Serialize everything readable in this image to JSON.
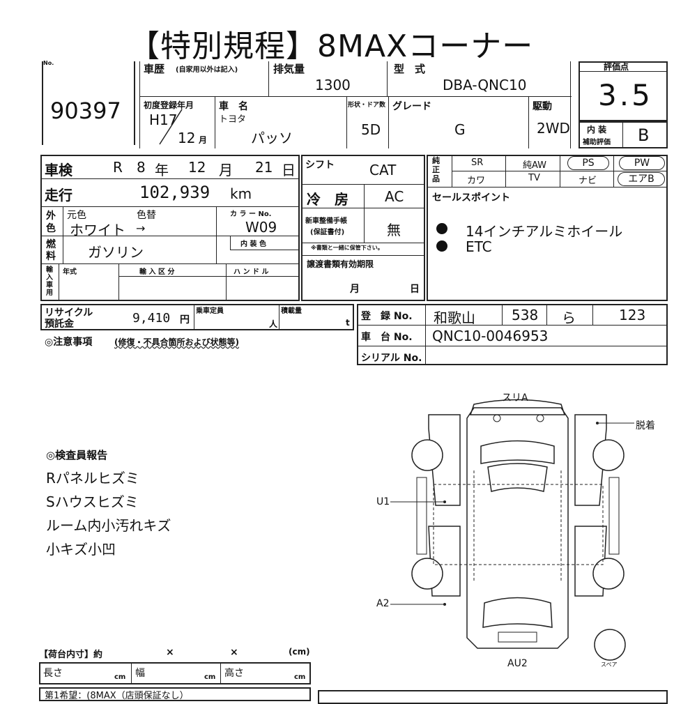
{
  "title": "【特別規程】8MAXコーナー",
  "header": {
    "no_label": "No.",
    "lot_no": "90397",
    "history_label": "車歴",
    "history_note": "(自家用以外は記入)",
    "displacement_label": "排気量",
    "displacement": "1300",
    "model_label": "型　式",
    "model": "DBA-QNC10",
    "score_label": "評価点",
    "score": "3.5",
    "first_reg_label": "初度登録年月",
    "first_reg_year": "H17",
    "first_reg_month": "12",
    "month_unit": "月",
    "car_name_label": "車　名",
    "maker": "トヨタ",
    "car_name": "パッソ",
    "shape_label": "形状・ドア数",
    "doors": "5D",
    "grade_label": "グレード",
    "grade": "G",
    "drive_label": "駆動",
    "drive": "2WD",
    "interior_label_1": "内 装",
    "interior_label_2": "補助評価",
    "interior_score": "B"
  },
  "inspection": {
    "shaken_label": "車検",
    "shaken_era": "R",
    "shaken_year": "8",
    "year_unit": "年",
    "shaken_month": "12",
    "month_unit": "月",
    "shaken_day": "21",
    "day_unit": "日",
    "mileage_label": "走行",
    "mileage": "102,939",
    "mileage_unit": "km",
    "color_label_1": "外",
    "color_label_2": "色",
    "orig_color_label": "元色",
    "color_change_label": "色替",
    "orig_color": "ホワイト",
    "arrow": "→",
    "color_no_label": "カ ラ ー No.",
    "color_no": "W09",
    "fuel_label_1": "燃",
    "fuel_label_2": "料",
    "fuel": "ガソリン",
    "interior_color_label": "内 装 色",
    "import_label": "輸入車用",
    "model_year_label": "年式",
    "import_class_label": "輸 入 区 分",
    "handle_label": "ハ ン ド ル",
    "recycle_label_1": "リサイクル",
    "recycle_label_2": "預託金",
    "recycle_amount": "9,410",
    "yen": "円",
    "capacity_label": "乗車定員",
    "person_unit": "人",
    "load_label": "積載量",
    "ton_unit": "t",
    "notes_label": "◎注意事項",
    "notes_sub": "(修復・不具合箇所および状態等)"
  },
  "equipment": {
    "shift_label": "シフト",
    "shift": "CAT",
    "ac_label": "冷　房",
    "ac": "AC",
    "manual_label_1": "新車整備手帳",
    "manual_label_2": "(保証書付)",
    "manual_value": "無",
    "manual_note": "※書類と一緒に保管下さい。",
    "transfer_label": "譲渡書類有効期限",
    "transfer_month": "月",
    "transfer_day": "日",
    "genuine_label": "純正品",
    "options": [
      "SR",
      "純AW",
      "PS",
      "PW",
      "カワ",
      "TV",
      "ナビ",
      "エアB"
    ],
    "sales_label": "セールスポイント",
    "sales_points": [
      "14インチアルミホイール",
      "ETC"
    ]
  },
  "registration": {
    "reg_label": "登　録 No.",
    "reg_place": "和歌山",
    "reg_class": "538",
    "reg_kana": "ら",
    "reg_num": "123",
    "chassis_label": "車　台 No.",
    "chassis": "QNC10-0046953",
    "serial_label": "シリアル No."
  },
  "report": {
    "label": "◎検査員報告",
    "items": [
      "Rパネルヒズミ",
      "Sハウスヒズミ",
      "ルーム内小汚れキズ",
      "小キズ小凹"
    ]
  },
  "diagram": {
    "front": "スリA",
    "right_front": "脱着",
    "left_mid": "U1",
    "left_rear": "A2",
    "rear": "AU2",
    "spare": "スペア"
  },
  "cargo": {
    "label": "【荷台内寸】約",
    "x1": "×",
    "x2": "×",
    "unit": "(cm)",
    "length_label": "長さ",
    "width_label": "幅",
    "height_label": "高さ",
    "cm": "cm",
    "footer": "第1希望：(8MAX（店頭保証なし）"
  }
}
